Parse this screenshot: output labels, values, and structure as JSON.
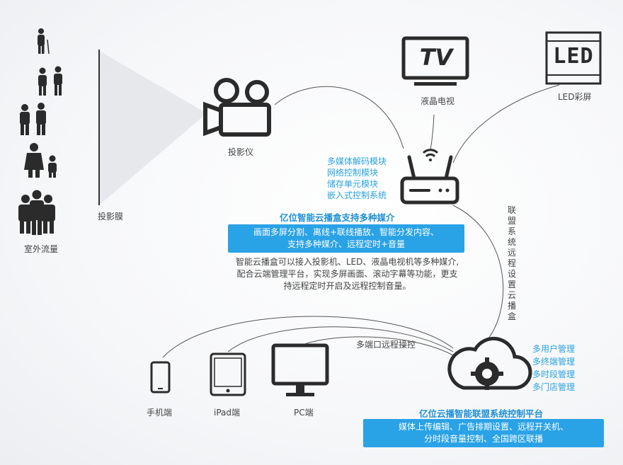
{
  "audience": {
    "label": "室外流量"
  },
  "screen": {
    "label": "投影膜"
  },
  "projector": {
    "label": "投影仪"
  },
  "tv": {
    "label": "液晶电视",
    "screen_text": "TV"
  },
  "led": {
    "label": "LED彩屏",
    "screen_text": "LED"
  },
  "box": {
    "modules": [
      "多媒体解码模块",
      "网络控制模块",
      "储存单元模块",
      "嵌入式控制系统"
    ],
    "title": "亿位智能云播盒支持多种媒介",
    "bar_lines": [
      "画面多屏分割、离线+联线播放、智能分发内容、",
      "支持多种媒介、远程定时+音量"
    ],
    "desc_lines": [
      "智能云播盒可以接入投影机、LED、液晶电视机等多种媒介,",
      "配合云端管理平台，实现多屏画面、滚动字幕等功能，更支",
      "持远程定时开启及远程控制音量。"
    ]
  },
  "link_vertical": "联盟系统远程设置云播盒",
  "remote_label": "多端口远程操控",
  "devices": {
    "phone": "手机端",
    "ipad": "iPad端",
    "pc": "PC端"
  },
  "platform": {
    "features": [
      "多用户管理",
      "多终端管理",
      "多时段管理",
      "多门店管理"
    ],
    "title": "亿位云播智能联盟系统控制平台",
    "bar_lines": [
      "媒体上传编辑、广告排期设置、远程开关机、",
      "分时段音量控制、全国跨区联播"
    ]
  },
  "colors": {
    "accent": "#2aa2e6",
    "icon": "#2b2b2b",
    "line": "#555555"
  }
}
